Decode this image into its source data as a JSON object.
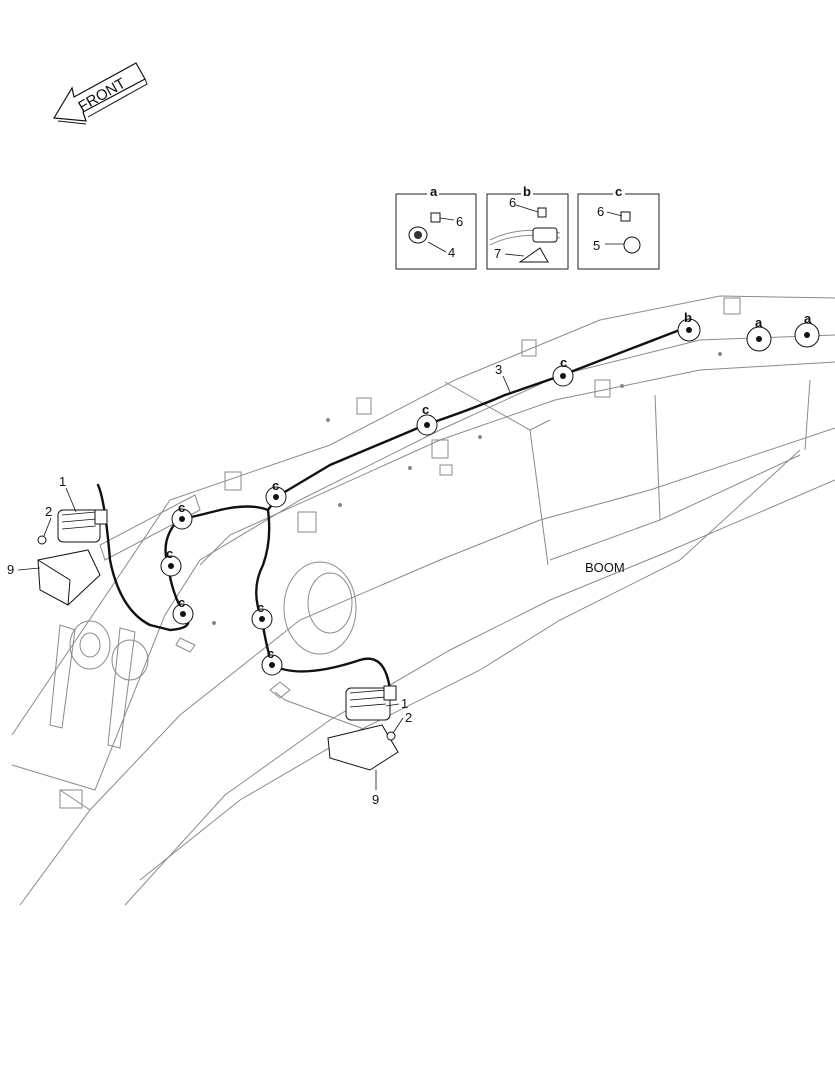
{
  "orientation_label": "FRONT",
  "component_label": "BOOM",
  "detail_views": [
    {
      "letter": "a",
      "parts": [
        "6",
        "4"
      ]
    },
    {
      "letter": "b",
      "parts": [
        "6",
        "7"
      ]
    },
    {
      "letter": "c",
      "parts": [
        "6",
        "5"
      ]
    }
  ],
  "callouts": {
    "harness": "3",
    "lamp_left": "1",
    "bolt_left": "2",
    "bracket_left": "9",
    "lamp_right": "1",
    "bolt_right": "2",
    "bracket_right": "9"
  },
  "clamp_markers": {
    "c": "c",
    "b": "b",
    "a": "a"
  }
}
